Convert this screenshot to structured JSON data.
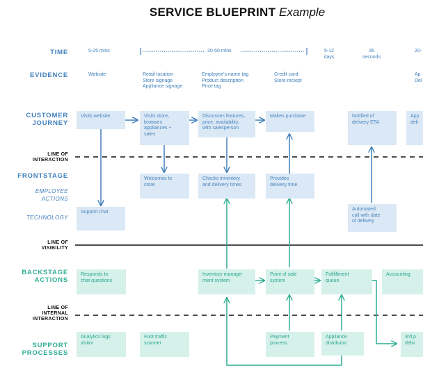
{
  "title": {
    "bold": "SERVICE BLUEPRINT",
    "italic": "Example"
  },
  "labels": {
    "time": "TIME",
    "evidence": "EVIDENCE",
    "customer_journey_1": "CUSTOMER",
    "customer_journey_2": "JOURNEY",
    "interaction_1": "LINE OF",
    "interaction_2": "INTERACTION",
    "frontstage": "FRONTSTAGE",
    "employee_1": "EMPLOYEE",
    "employee_2": "ACTIONS",
    "technology": "TECHNOLOGY",
    "visibility_1": "LINE OF",
    "visibility_2": "VISIBILITY",
    "backstage_1": "BACKSTAGE",
    "backstage_2": "ACTIONS",
    "internal_1": "LINE OF",
    "internal_2": "INTERNAL",
    "internal_3": "INTERACTION",
    "support_1": "SUPPORT",
    "support_2": "PROCESSES"
  },
  "time": {
    "t1": "5-25 mins",
    "t2": "20-50 mins",
    "t3_1": "5-12",
    "t3_2": "days",
    "t4_1": "35",
    "t4_2": "seconds",
    "t5": "20-"
  },
  "evidence": {
    "e1": "Website",
    "e2_1": "Retail location",
    "e2_2": "Store signage",
    "e2_3": "Appliance signage",
    "e3_1": "Employee's name tag",
    "e3_2": "Product description",
    "e3_3": "Price tag",
    "e4_1": "Credit card",
    "e4_2": "Store reciept",
    "e5_1": "Ap",
    "e5_2": "Del"
  },
  "journey": {
    "j1": "Visits website",
    "j2_1": "Visits store,",
    "j2_2": "browses",
    "j2_3": "appliances +",
    "j2_4": "sales",
    "j3_1": "Discusses features,",
    "j3_2": "price, availability,",
    "j3_3": "with salesperson",
    "j4": "Makes purchase",
    "j5_1": "Notified of",
    "j5_2": "delivery ETA",
    "j6_1": "App",
    "j6_2": "deli"
  },
  "frontstage": {
    "f1_1": "Welcomes to",
    "f1_2": "store",
    "f2_1": "Checks inventory",
    "f2_2": "and delivery times",
    "f3_1": "Provides",
    "f3_2": "delivery time"
  },
  "technology": {
    "k1": "Support chat",
    "k2_1": "Automated",
    "k2_2": "call with date",
    "k2_3": "of delivery"
  },
  "backstage": {
    "b1_1": "Responds to",
    "b1_2": "chat questions",
    "b2_1": "Inventory manage-",
    "b2_2": "ment system",
    "b3_1": "Point of sale",
    "b3_2": "system",
    "b4_1": "Fullfillment",
    "b4_2": "queue",
    "b5": "Accounting"
  },
  "support": {
    "s1_1": "Analytics logs",
    "s1_2": "visitor",
    "s2_1": "Foot traffic",
    "s2_2": "scanner",
    "s3_1": "Payment",
    "s3_2": "process",
    "s4_1": "Appliance",
    "s4_2": "distributor",
    "s5_1": "3rd p",
    "s5_2": "deliv"
  },
  "colors": {
    "blue": "#3f7fba",
    "green": "#2fae94",
    "blue_box": "#dbe8f5",
    "green_box": "#d5f1ea"
  }
}
